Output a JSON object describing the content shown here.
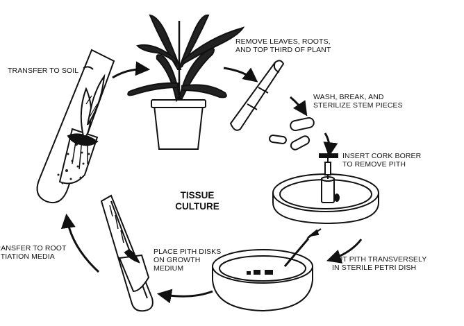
{
  "diagram": {
    "title_line1": "TISSUE",
    "title_line2": "CULTURE",
    "steps": {
      "remove_line1": "REMOVE LEAVES, ROOTS,",
      "remove_line2": "AND TOP THIRD OF PLANT",
      "wash_line1": "WASH, BREAK, AND",
      "wash_line2": "STERILIZE STEM PIECES",
      "insert_line1": "INSERT CORK BORER",
      "insert_line2": "TO REMOVE PITH",
      "cut_line1": "CUT PITH TRANSVERSELY",
      "cut_line2": "IN STERILE PETRI DISH",
      "place_line1": "PLACE PITH DISKS",
      "place_line2": "ON GROWTH",
      "place_line3": "MEDIUM",
      "root_line1": "TRANSFER TO ROOT",
      "root_line2": "INITIATION MEDIA",
      "soil_line1": "TRANSFER TO SOIL"
    },
    "colors": {
      "ink": "#111111",
      "paper": "#ffffff"
    }
  }
}
